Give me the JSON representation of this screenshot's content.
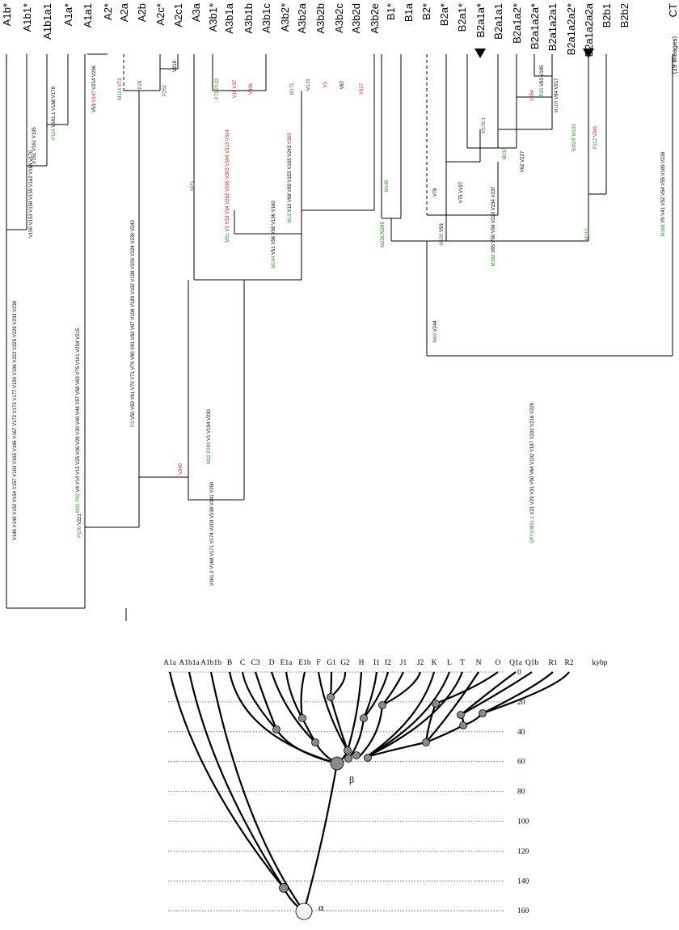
{
  "colors": {
    "black": "#000000",
    "green": "#2e8b1e",
    "red": "#d11a1a",
    "node": "#8a8a8a",
    "root": "#f2f2f2",
    "grid": "#555555"
  },
  "tree": {
    "tips": [
      {
        "id": "A1b*",
        "label": "A1b*"
      },
      {
        "id": "A1b1*",
        "label": "A1b1*"
      },
      {
        "id": "A1b1a1",
        "label": "A1b1a1"
      },
      {
        "id": "A1a*",
        "label": "A1a*"
      },
      {
        "id": "A1a1",
        "label": "A1a1"
      },
      {
        "id": "A2*",
        "label": "A2*"
      },
      {
        "id": "A2a",
        "label": "A2a"
      },
      {
        "id": "A2b",
        "label": "A2b"
      },
      {
        "id": "A2c*",
        "label": "A2c*"
      },
      {
        "id": "A2c1",
        "label": "A2c1"
      },
      {
        "id": "A3a",
        "label": "A3a"
      },
      {
        "id": "A3b1*",
        "label": "A3b1*"
      },
      {
        "id": "A3b1a",
        "label": "A3b1a"
      },
      {
        "id": "A3b1b",
        "label": "A3b1b"
      },
      {
        "id": "A3b1c",
        "label": "A3b1c"
      },
      {
        "id": "A3b2*",
        "label": "A3b2*"
      },
      {
        "id": "A3b2a",
        "label": "A3b2a"
      },
      {
        "id": "A3b2b",
        "label": "A3b2b"
      },
      {
        "id": "A3b2c",
        "label": "A3b2c"
      },
      {
        "id": "A3b2d",
        "label": "A3b2d"
      },
      {
        "id": "A3b2e",
        "label": "A3b2e"
      },
      {
        "id": "B1*",
        "label": "B1*"
      },
      {
        "id": "B1a",
        "label": "B1a"
      },
      {
        "id": "B2*",
        "label": "B2*"
      },
      {
        "id": "B2a*",
        "label": "B2a*"
      },
      {
        "id": "B2a1*",
        "label": "B2a1*"
      },
      {
        "id": "B2a1a*",
        "label": "B2a1a*"
      },
      {
        "id": "B2a1a1",
        "label": "B2a1a1"
      },
      {
        "id": "B2a1a2*",
        "label": "B2a1a2*"
      },
      {
        "id": "B2a1a2a*",
        "label": "B2a1a2a*"
      },
      {
        "id": "B2a1a2a1",
        "label": "B2a1a2a1"
      },
      {
        "id": "B2a1a2a2*",
        "label": "B2a1a2a2*"
      },
      {
        "id": "B2a1a2a2a",
        "label": "B2a1a2a2a"
      },
      {
        "id": "B2b1",
        "label": "B2b1"
      },
      {
        "id": "B2b2",
        "label": "B2b2"
      },
      {
        "id": "CT",
        "label": "CT"
      }
    ],
    "ct_note": "(19 lineages)",
    "mutations": [
      {
        "seg": [
          {
            "t": "V148 V149 V152 V154 V157 V163 V165 V166 V167 V172 V173 V177 V190 V196 V222 V225 V229 V233 V239",
            "c": "black"
          }
        ]
      },
      {
        "seg": [
          {
            "t": "V150 V153 V158 V159 V162 V164 V170",
            "c": "black"
          }
        ]
      },
      {
        "seg": [
          {
            "t": "V151 V161 V195",
            "c": "black"
          }
        ]
      },
      {
        "seg": [
          {
            "t": "P114",
            "c": "green"
          },
          {
            "t": " V161.1 V168 V178",
            "c": "black"
          }
        ]
      },
      {
        "seg": [
          {
            "t": "V161.2 V168 V171 V174 V203 V238 V241 V250",
            "c": "black"
          }
        ]
      },
      {
        "seg": [
          {
            "t": "M31 P82",
            "c": "green"
          },
          {
            "t": " V4 V14 V15 V25 V26 V28 V30 V40 V48 V57 V58 V63 V75 V101 V204 V215",
            "c": "black"
          }
        ]
      },
      {
        "seg": [
          {
            "t": "V53 ",
            "c": "black"
          },
          {
            "t": "V147",
            "c": "red"
          },
          {
            "t": " V214 V236",
            "c": "black"
          }
        ]
      },
      {
        "seg": [
          {
            "t": "M114 ",
            "c": "green"
          },
          {
            "t": "V73",
            "c": "red"
          }
        ]
      },
      {
        "seg": [
          {
            "t": "P28",
            "c": "green"
          }
        ]
      },
      {
        "seg": [
          {
            "t": "P262",
            "c": "green"
          }
        ]
      },
      {
        "seg": [
          {
            "t": "V218",
            "c": "black"
          }
        ]
      },
      {
        "seg": [
          {
            "t": "P3",
            "c": "green"
          },
          {
            "t": " V50 V60 V61 V70 V71 V79 V80 V81 V82 V87 V108 V183 V192 V198 V200 V224 V230 V242",
            "c": "black"
          }
        ]
      },
      {
        "seg": [
          {
            "t": "V249",
            "c": "red"
          }
        ]
      },
      {
        "seg": [
          {
            "t": "M23",
            "c": "green"
          }
        ]
      },
      {
        "seg": [
          {
            "t": "M32 P289",
            "c": "green"
          },
          {
            "t": " V1 V194 V230",
            "c": "black"
          }
        ]
      },
      {
        "seg": [
          {
            "t": "P71 P102",
            "c": "green"
          }
        ]
      },
      {
        "seg": [
          {
            "t": "V11 V37",
            "c": "red"
          }
        ]
      },
      {
        "seg": [
          {
            "t": "V306",
            "c": "red"
          }
        ]
      },
      {
        "seg": [
          {
            "t": "M51",
            "c": "green"
          },
          {
            "t": " V2 V33 V34 V262 V285 V303 V304 V313 V314",
            "c": "red"
          }
        ]
      },
      {
        "seg": [
          {
            "t": "M144",
            "c": "green"
          },
          {
            "t": " V51 V56 V98 V156 V160",
            "c": "black"
          }
        ]
      },
      {
        "seg": [
          {
            "t": "M171",
            "c": "green"
          }
        ]
      },
      {
        "seg": [
          {
            "t": "M118",
            "c": "green"
          }
        ]
      },
      {
        "seg": [
          {
            "t": "V3",
            "c": "red"
          }
        ]
      },
      {
        "seg": [
          {
            "t": "V67",
            "c": "black"
          }
        ]
      },
      {
        "seg": [
          {
            "t": "V317",
            "c": "red"
          }
        ]
      },
      {
        "seg": [
          {
            "t": "M13",
            "c": "green"
          },
          {
            "t": " V10 V68 V89 V155 V193 V243 ",
            "c": "black"
          },
          {
            "t": "V305",
            "c": "red"
          }
        ]
      },
      {
        "seg": [
          {
            "t": "P100",
            "c": "green"
          },
          {
            "t": " V221",
            "c": "black"
          }
        ]
      },
      {
        "seg": [
          {
            "t": "M146",
            "c": "green"
          }
        ]
      },
      {
        "seg": [
          {
            "t": "M236 M288",
            "c": "green"
          }
        ]
      },
      {
        "seg": [
          {
            "t": "M60",
            "c": "green"
          },
          {
            "t": " V244",
            "c": "black"
          }
        ]
      },
      {
        "seg": [
          {
            "t": "M150",
            "c": "green"
          },
          {
            "t": " V93",
            "c": "black"
          }
        ]
      },
      {
        "seg": [
          {
            "t": "V78",
            "c": "black"
          }
        ]
      },
      {
        "seg": [
          {
            "t": "V75 V197",
            "c": "black"
          }
        ]
      },
      {
        "seg": [
          {
            "t": "M109.1",
            "c": "green"
          }
        ]
      },
      {
        "seg": [
          {
            "t": "M218",
            "c": "green"
          }
        ]
      },
      {
        "seg": [
          {
            "t": "V62 V227",
            "c": "black"
          }
        ]
      },
      {
        "seg": [
          {
            "t": "V254",
            "c": "red"
          }
        ]
      },
      {
        "seg": [
          {
            "t": "M109",
            "c": "green"
          },
          {
            "t": " V84 V217",
            "c": "black"
          }
        ]
      },
      {
        "seg": [
          {
            "t": "P90",
            "c": "green"
          },
          {
            "t": " V83 V185",
            "c": "black"
          }
        ]
      },
      {
        "seg": [
          {
            "t": "M182",
            "c": "green"
          },
          {
            "t": " V85 V90 V94 V220 V234 V237",
            "c": "black"
          }
        ]
      },
      {
        "seg": [
          {
            "t": "SRY10831.1",
            "c": "green"
          },
          {
            "t": " V21 V29 V31 V50 V64 V102 V187 V202 V216 V226",
            "c": "black"
          }
        ]
      },
      {
        "seg": [
          {
            "t": "50f2/P M182",
            "c": "green"
          }
        ]
      },
      {
        "seg": [
          {
            "t": "P112 ",
            "c": "green"
          },
          {
            "t": "V341",
            "c": "red"
          }
        ]
      },
      {
        "seg": [
          {
            "t": "M112",
            "c": "green"
          }
        ]
      },
      {
        "seg": [
          {
            "t": "M168",
            "c": "green"
          },
          {
            "t": " V9 V41 V52 V54 V55 V189 V226",
            "c": "black"
          }
        ]
      }
    ]
  },
  "lower": {
    "haplogroups": [
      "A1a",
      "A1b1a",
      "A1b1b",
      "B",
      "C",
      "C3",
      "D",
      "E1a",
      "E1b",
      "F",
      "G1",
      "G2",
      "H",
      "I1",
      "I2",
      "J1",
      "J2",
      "K",
      "L",
      "T",
      "N",
      "O",
      "Q1a",
      "Q1b",
      "R1",
      "R2"
    ],
    "axis_unit": "kybp",
    "ticks": [
      "0",
      "20",
      "40",
      "60",
      "80",
      "100",
      "120",
      "140",
      "160"
    ],
    "root_labels": {
      "alpha": "α",
      "beta": "β"
    }
  }
}
